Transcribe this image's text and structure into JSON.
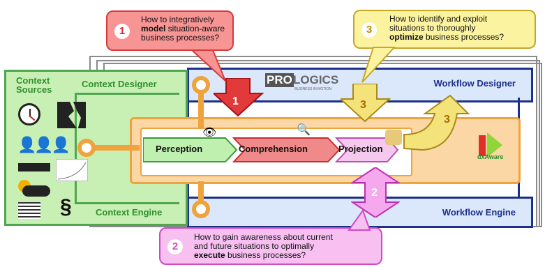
{
  "callouts": {
    "model": {
      "num": "1",
      "line1": "How to integratively",
      "line2_bold": "model",
      "line2_rest": " situation-aware",
      "line3": "business processes?"
    },
    "optimize": {
      "num": "3",
      "line1": "How to identify and exploit",
      "line2": "situations to thoroughly",
      "line3_bold": "optimize",
      "line3_rest": " business processes?"
    },
    "execute": {
      "num": "2",
      "line1": "How to gain awareness about current",
      "line2": "and future situations to optimally",
      "line3_bold": "execute",
      "line3_rest": " business processes?"
    }
  },
  "panels": {
    "context_sources": "Context Sources",
    "context_designer": "Context Designer",
    "context_engine": "Context Engine",
    "workflow_designer": "Workflow Designer",
    "workflow_engine": "Workflow Engine"
  },
  "logo": {
    "text_pro": "PRO",
    "text_logics": "LOGICS",
    "tagline": "BUSINESS IN MOTION"
  },
  "stages": {
    "perception": "Perception",
    "comprehension": "Comprehension",
    "projection": "Projection"
  },
  "arrows": {
    "a1": "1",
    "a3_down": "3",
    "a3_curve": "3",
    "a2": "2"
  },
  "icons": {
    "dxaware_label": "dxAware",
    "section_symbol": "§"
  },
  "colors": {
    "green": "#4fa64f",
    "blue": "#1c2f8a",
    "orange": "#f0a33c",
    "red": "#e23a3a",
    "yellow": "#f4e27a",
    "magenta": "#e33fd0"
  }
}
